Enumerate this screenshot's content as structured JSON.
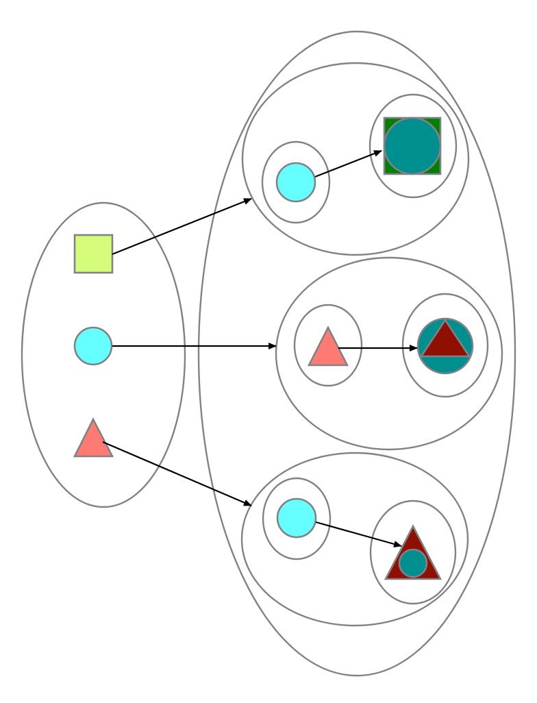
{
  "colors": {
    "outline": "#808288",
    "arrow": "#000000",
    "lime": "#d4fb79",
    "cyan": "#66ffff",
    "salmon": "#ff7a73",
    "teal": "#008f8f",
    "green": "#008000",
    "dark_red": "#8f0f00",
    "background": "#ffffff"
  },
  "diagram": {
    "source_set": {
      "items": [
        {
          "shape": "square",
          "fill": "lime"
        },
        {
          "shape": "circle",
          "fill": "cyan"
        },
        {
          "shape": "triangle",
          "fill": "salmon"
        }
      ]
    },
    "target_set": {
      "groups": [
        {
          "domain": {
            "shape": "circle",
            "fill": "cyan"
          },
          "codomain": {
            "shape": "circle-in-square",
            "outer_fill": "green",
            "inner_fill": "teal"
          }
        },
        {
          "domain": {
            "shape": "triangle",
            "fill": "salmon"
          },
          "codomain": {
            "shape": "triangle-in-circle",
            "outer_fill": "teal",
            "inner_fill": "dark_red"
          }
        },
        {
          "domain": {
            "shape": "circle",
            "fill": "cyan"
          },
          "codomain": {
            "shape": "circle-in-triangle",
            "outer_fill": "dark_red",
            "inner_fill": "teal"
          }
        }
      ]
    },
    "arrows": [
      {
        "from": "source-square",
        "to": "group-1"
      },
      {
        "from": "source-circle",
        "to": "group-2"
      },
      {
        "from": "source-triangle",
        "to": "group-3"
      },
      {
        "from": "group-1-domain",
        "to": "group-1-codomain"
      },
      {
        "from": "group-2-domain",
        "to": "group-2-codomain"
      },
      {
        "from": "group-3-domain",
        "to": "group-3-codomain"
      }
    ]
  }
}
